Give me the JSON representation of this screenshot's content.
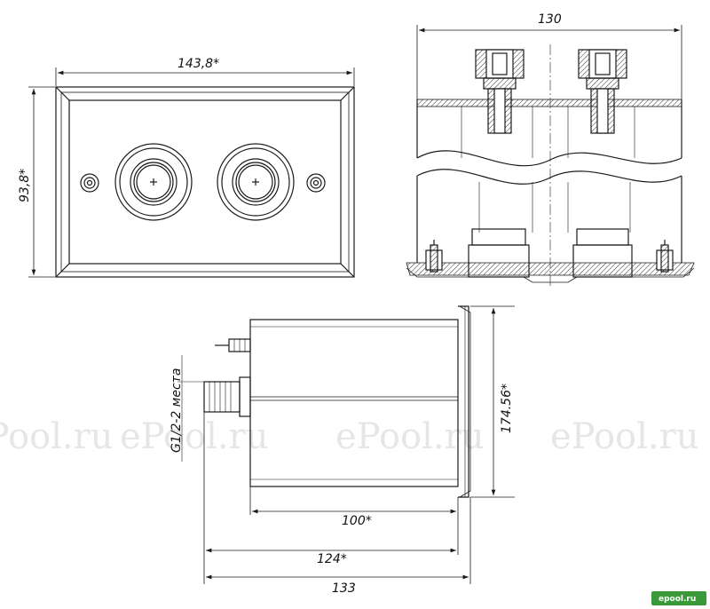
{
  "front_view": {
    "width_label": "143,8*",
    "height_label": "93,8*"
  },
  "side_view": {
    "width_label": "130"
  },
  "bottom_view": {
    "dim_100_label": "100*",
    "dim_124_label": "124*",
    "dim_133_label": "133",
    "height_label": "174.56*",
    "thread_label": "G1/2-2 места"
  },
  "watermark": {
    "text": "ePool.ru"
  },
  "logo": {
    "text": "epool.ru",
    "color": "#3a9a3a"
  },
  "colors": {
    "line": "#1a1a1a",
    "hatch": "#333333",
    "watermark": "#e6e6e6"
  }
}
